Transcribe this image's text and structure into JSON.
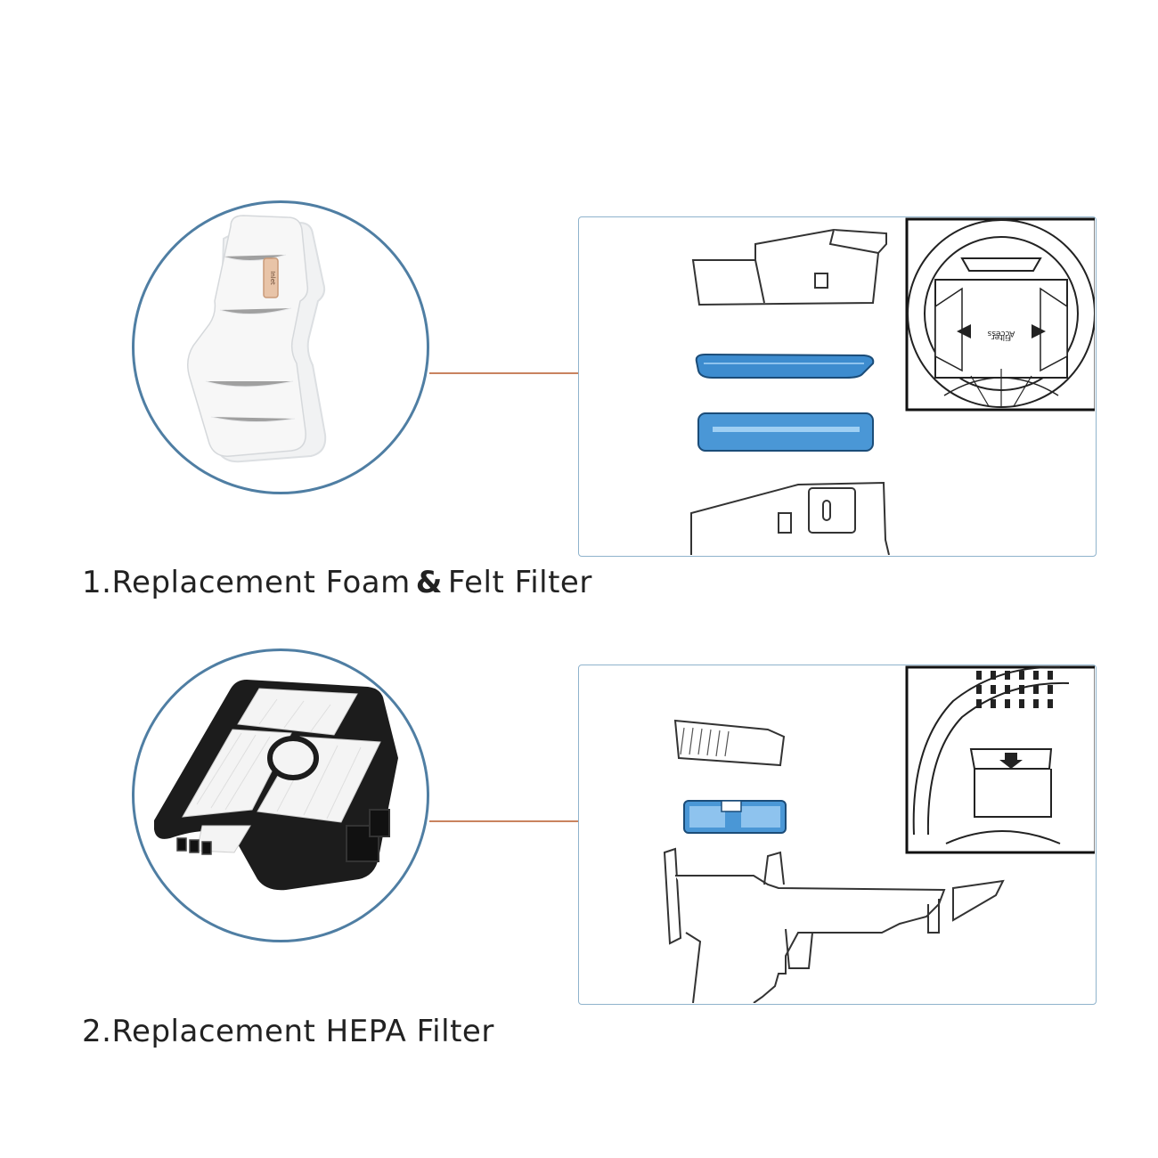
{
  "sections": [
    {
      "caption_prefix": "1.Replacement Foam",
      "caption_amp": "&",
      "caption_suffix": "Felt Filter",
      "product": "foam-felt-filter",
      "filter_tag": "Inlet",
      "diagram_label_top": "Filter",
      "diagram_label_bottom": "Access"
    },
    {
      "caption": "2.Replacement HEPA Filter",
      "product": "hepa-filter"
    }
  ],
  "colors": {
    "circle_border": "#4f7ea3",
    "panel_border": "#8fb3cc",
    "connector": "#c9835f",
    "dot": "#c97a52",
    "foam_blue": "#3d8ccf"
  }
}
